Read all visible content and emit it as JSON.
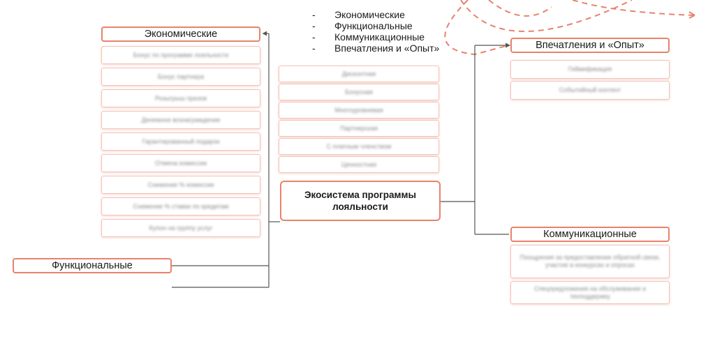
{
  "legend": {
    "items": [
      "Экономические",
      "Функциональные",
      "Коммуникационные",
      "Впечатления и «Опыт»"
    ]
  },
  "center": {
    "title": "Экосистема программы лояльности"
  },
  "categories": {
    "economic": "Экономические",
    "functional": "Функциональные",
    "experience": "Впечатления и «Опыт»",
    "communication": "Коммуникационные"
  },
  "economic_items": [
    "Бонус по программе лояльности",
    "Бонус партнера",
    "Розыгрыш призов",
    "Денежное вознаграждение",
    "Гарантированный подарок",
    "Отмена комиссии",
    "Снижение % комиссии",
    "Снижение % ставки по кредитам",
    "Купон на группу услуг"
  ],
  "program_types": [
    "Дисконтная",
    "Бонусная",
    "Многоуровневая",
    "Партнерская",
    "С платным членством",
    "Ценностная"
  ],
  "experience_items": [
    "Геймификация",
    "Событийный контент"
  ],
  "communication_items": [
    "Поощрения за предоставление обратной связи, участие в конкурсах и опросах",
    "Спецпредложения на обслуживание и техподдержку"
  ],
  "colors": {
    "accent": "#e8826b",
    "line": "#555555"
  }
}
